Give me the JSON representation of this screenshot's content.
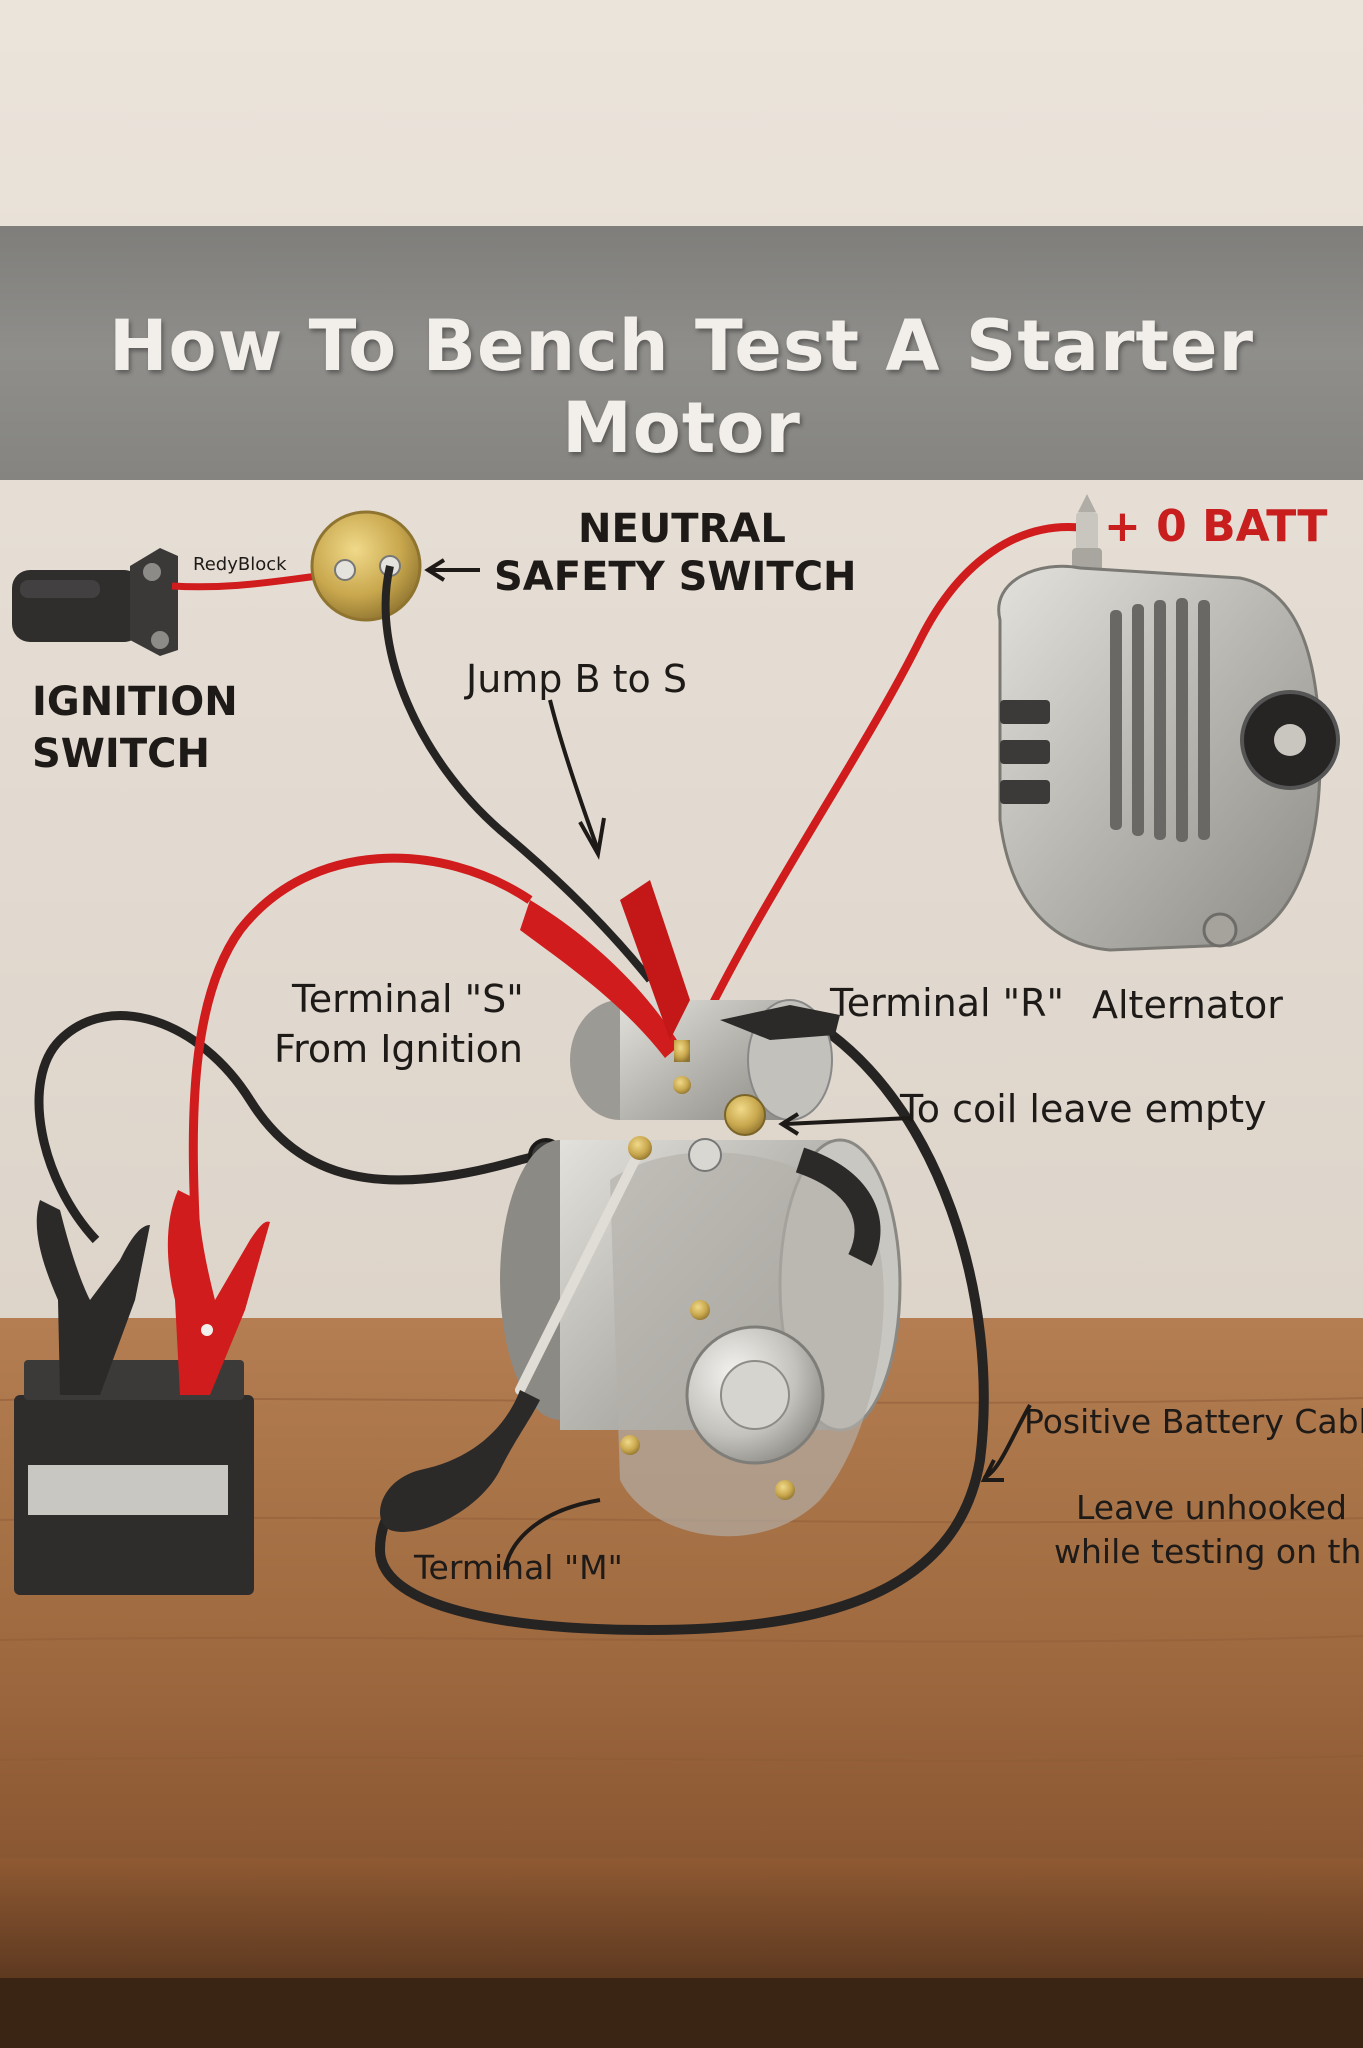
{
  "title": "How To Bench Test A Starter Motor",
  "labels": {
    "redyblock": "RedyBlock",
    "neutral_line1": "NEUTRAL",
    "neutral_line2": "SAFETY SWITCH",
    "ignition_line1": "IGNITION",
    "ignition_line2": "SWITCH",
    "batt": "+ 0 BATT",
    "jump": "Jump B to S",
    "terminal_s_line1": "Terminal \"S\"",
    "terminal_s_line2": "From Ignition",
    "terminal_r": "Terminal \"R\"",
    "alternator": "Alternator",
    "to_coil": "To coil leave empty",
    "positive_cable": "Positive Battery Cable",
    "leave_line1": "Leave unhooked",
    "leave_line2": "while testing on the",
    "terminal_m": "Terminal \"M\""
  },
  "colors": {
    "wall": "#e7dfd6",
    "banner": "#8c8b88",
    "bench": "#a8744a",
    "red_wire": "#d01c1c",
    "black_wire": "#262423",
    "brass": "#c9a84e",
    "metal": "#b9b7b1"
  }
}
